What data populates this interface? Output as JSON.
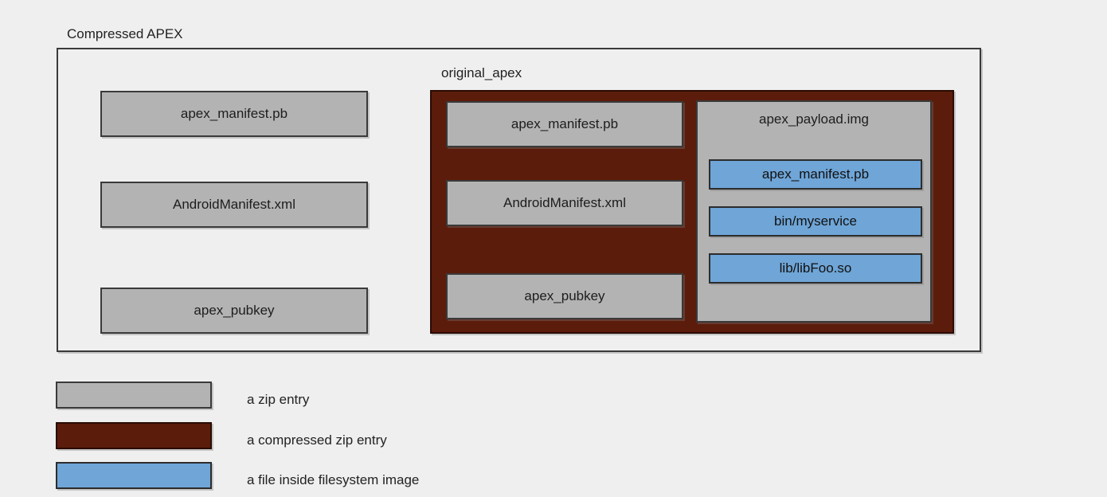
{
  "diagram": {
    "title": "Compressed APEX",
    "outer_container": {
      "label": "Compressed APEX",
      "entries": [
        {
          "name": "apex_manifest.pb",
          "kind": "zip-entry"
        },
        {
          "name": "AndroidManifest.xml",
          "kind": "zip-entry"
        },
        {
          "name": "apex_pubkey",
          "kind": "zip-entry"
        }
      ]
    },
    "compressed_container": {
      "label": "original_apex",
      "kind": "compressed-zip-entry",
      "color": "#5c1c0b",
      "entries": [
        {
          "name": "apex_manifest.pb",
          "kind": "zip-entry"
        },
        {
          "name": "AndroidManifest.xml",
          "kind": "zip-entry"
        },
        {
          "name": "apex_pubkey",
          "kind": "zip-entry"
        }
      ],
      "payload": {
        "name": "apex_payload.img",
        "kind": "zip-entry",
        "files": [
          {
            "name": "apex_manifest.pb",
            "kind": "filesystem-file"
          },
          {
            "name": "bin/myservice",
            "kind": "filesystem-file"
          },
          {
            "name": "lib/libFoo.so",
            "kind": "filesystem-file"
          }
        ]
      }
    },
    "legend": {
      "items": [
        {
          "label": "a zip entry",
          "color": "#b3b3b3"
        },
        {
          "label": "a compressed zip entry",
          "color": "#5c1c0b"
        },
        {
          "label": "a file inside filesystem image",
          "color": "#6fa5d7"
        }
      ]
    },
    "colors": {
      "background": "#efefef",
      "zip_entry": "#b3b3b3",
      "compressed_zip_entry": "#5c1c0b",
      "filesystem_file": "#6fa5d7",
      "stroke": "#3a3a3a"
    }
  }
}
